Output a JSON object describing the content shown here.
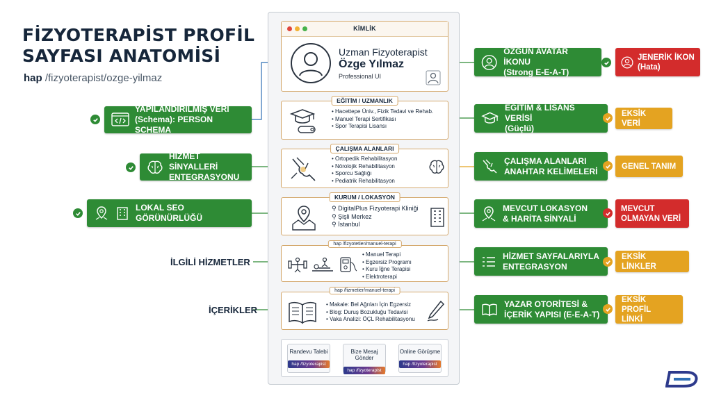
{
  "header": {
    "title_line1": "FİZYOTERAPİST PROFİL",
    "title_line2": "SAYFASI ANATOMİSİ",
    "url_host": "hap",
    "url_path": " /fizyoterapist/ozge-yilmaz"
  },
  "left_labels": {
    "schema_line1": "YAPILANDIRILMIŞ VERİ",
    "schema_line2": "(Schema): PERSON SCHEMA",
    "service_signals_line1": "HİZMET SİNYALLERİ",
    "service_signals_line2": "ENTEGRASYONU",
    "local_seo": "LOKAL SEO GÖRÜNÜRLÜĞÜ",
    "related_services": "İLGİLİ HİZMETLER",
    "contents": "İÇERİKLER"
  },
  "profile": {
    "window_title": "KİMLİK",
    "role": "Uzman Fizyoterapist",
    "name": "Özge Yılmaz",
    "tagline": "Professional UI"
  },
  "education": {
    "title": "EĞİTİM / UZMANLIK",
    "items": [
      "Hacettepe Üniv., Fizik Tedavi ve Rehab.",
      "Manuel Terapi Sertifikası",
      "Spor Terapisi Lisansı"
    ]
  },
  "work_areas": {
    "title": "ÇALIŞMA ALANLARI",
    "items": [
      "Ortopedik Rehabilitasyon",
      "Nörolojik Rehabilitasyon",
      "Sporcu Sağlığı",
      "Pediatrik Rehabilitasyon"
    ]
  },
  "location": {
    "title": "KURUM / LOKASYON",
    "clinic": "DigitalPlus Fizyoterapi Kliniği",
    "district": "Şişli Merkez",
    "city": "İstanbul"
  },
  "services": {
    "tab": "hap /fizyotetier/manuel-terapi",
    "items": [
      "Manuel Terapi",
      "Egzersiz Programı",
      "Kuru İğne Terapisi",
      "Elektroterapi"
    ]
  },
  "contents": {
    "tab": "hap /fizmetier/manuel-terapi",
    "items": [
      "Makale: Bel Ağrıları İçin Egzersiz",
      "Blog: Duruş Bozukluğu Tedavisi",
      "Vaka Analizi: ÖÇL Rehabilitasyonu"
    ]
  },
  "actions": [
    {
      "label": "Randevu Talebi",
      "link": "hap /fizyoterapist"
    },
    {
      "label": "Bize Mesaj Gönder",
      "link": "hap /fizyoterapist"
    },
    {
      "label": "Online Görüşme",
      "link": "hap /fizyoterapist"
    }
  ],
  "right_labels": {
    "avatar_line1": "ÖZGÜN AVATAR İKONU",
    "avatar_line2": "(Strong E-E-A-T)",
    "avatar_error_line1": "JENERİK İKON",
    "avatar_error_line2": "(Hata)",
    "education_line1": "EĞİTİM & LİSANS VERİSİ",
    "education_line2": "(Güçlü)",
    "education_warn": "EKSİK VERİ",
    "keywords_line1": "ÇALIŞMA ALANLARI",
    "keywords_line2": "ANAHTAR KELİMELERİ",
    "keywords_warn": "GENEL TANIM",
    "location_line1": "MEVCUT LOKASYON",
    "location_line2": "& HARİTA SİNYALİ",
    "location_error_line1": "MEVCUT",
    "location_error_line2": "OLMAYAN VERİ",
    "services_line1": "HİZMET SAYFALARIYLA",
    "services_line2": "ENTEGRASYON",
    "services_warn": "EKSİK LİNKLER",
    "author_line1": "YAZAR OTORİTESİ &",
    "author_line2": "İÇERİK YAPISI (E-E-A-T)",
    "author_warn_line1": "EKSİK PROFİL",
    "author_warn_line2": "LİNKİ"
  },
  "colors": {
    "green": "#2e8b35",
    "warning": "#e4a321",
    "error": "#d32c2c",
    "card_border": "#d4a86c",
    "navy": "#16263a"
  }
}
